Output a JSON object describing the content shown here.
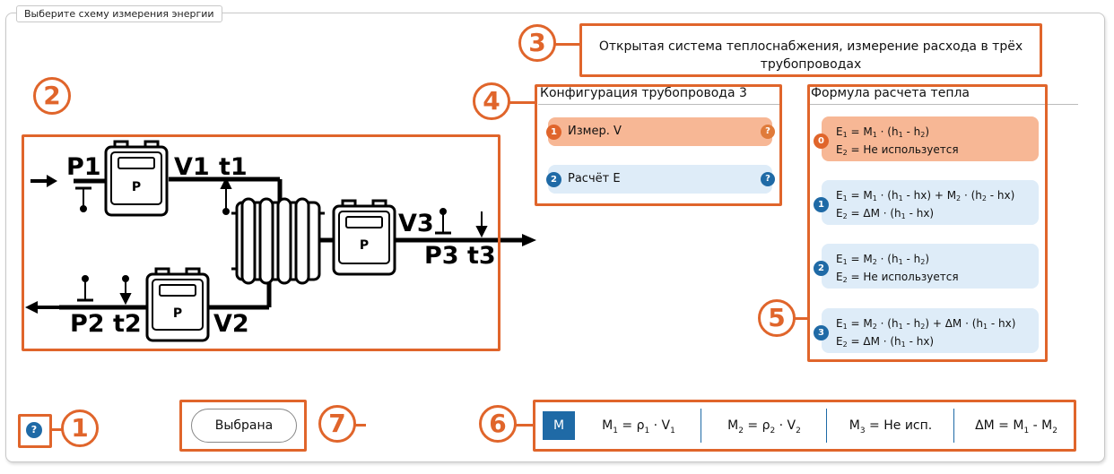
{
  "panel": {
    "title": "Выберите схему измерения энергии"
  },
  "scheme": {
    "meter_label": "P",
    "labels": {
      "p1": "P1",
      "v1": "V1",
      "t1": "t1",
      "v3": "V3",
      "p3": "P3",
      "t3": "t3",
      "p2": "P2",
      "t2": "t2",
      "v2": "V2"
    }
  },
  "description": "Открытая система теплоснабжения, измерение расхода в трёх трубопроводах",
  "config": {
    "title": "Конфигурация трубопровода 3",
    "items": [
      {
        "badge": "1",
        "label": "Измер. V",
        "help": "?",
        "selected": true
      },
      {
        "badge": "2",
        "label": "Расчёт E",
        "help": "?",
        "selected": false
      }
    ]
  },
  "formula": {
    "title": "Формула расчета тепла",
    "items": [
      {
        "badge": "0",
        "selected": true
      },
      {
        "badge": "1",
        "selected": false
      },
      {
        "badge": "2",
        "selected": false
      },
      {
        "badge": "3",
        "selected": false
      }
    ]
  },
  "bottom": {
    "m_badge": "M",
    "select_button": "Выбрана",
    "help": "?"
  },
  "callouts": {
    "c1": "1",
    "c2": "2",
    "c3": "3",
    "c4": "4",
    "c5": "5",
    "c6": "6",
    "c7": "7"
  },
  "colors": {
    "accent": "#e0652b",
    "primary": "#1f6aa6",
    "selected_bg": "#f7b795",
    "item_bg": "#deecf8"
  }
}
